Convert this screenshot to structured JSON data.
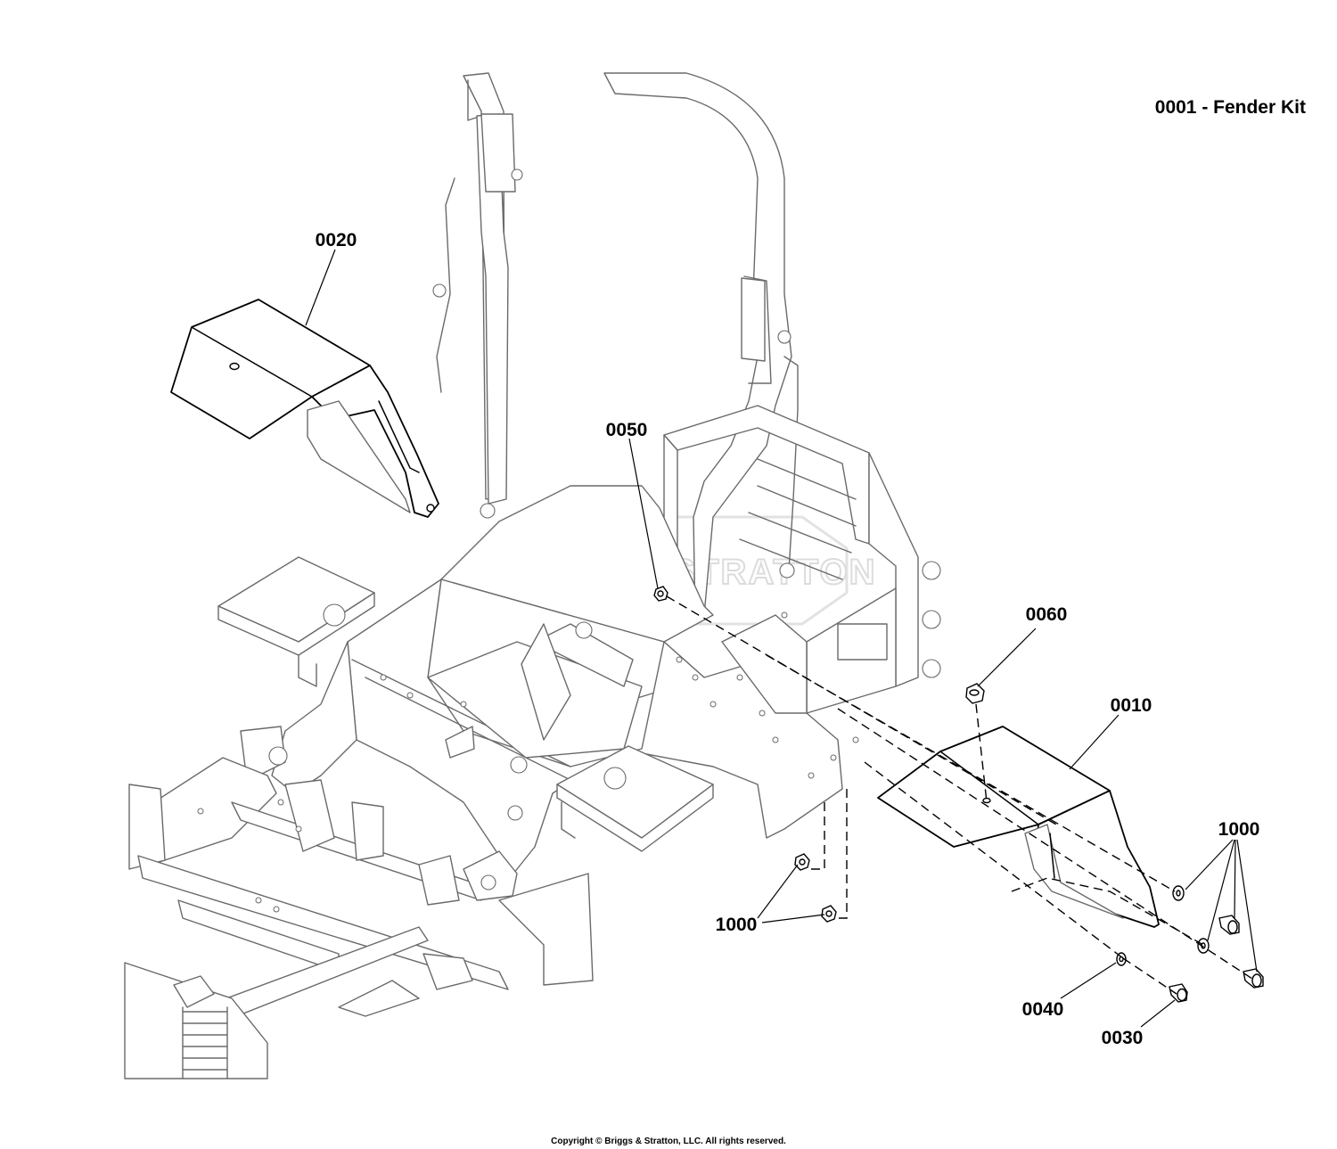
{
  "title": "0001 - Fender Kit",
  "copyright": "Copyright © Briggs & Stratton, LLC. All rights reserved.",
  "watermark": "BRIGGS & STRATTON",
  "callouts": {
    "c0020": "0020",
    "c0050": "0050",
    "c0060": "0060",
    "c0010": "0010",
    "c1000_right": "1000",
    "c1000_left": "1000",
    "c0040": "0040",
    "c0030": "0030"
  }
}
